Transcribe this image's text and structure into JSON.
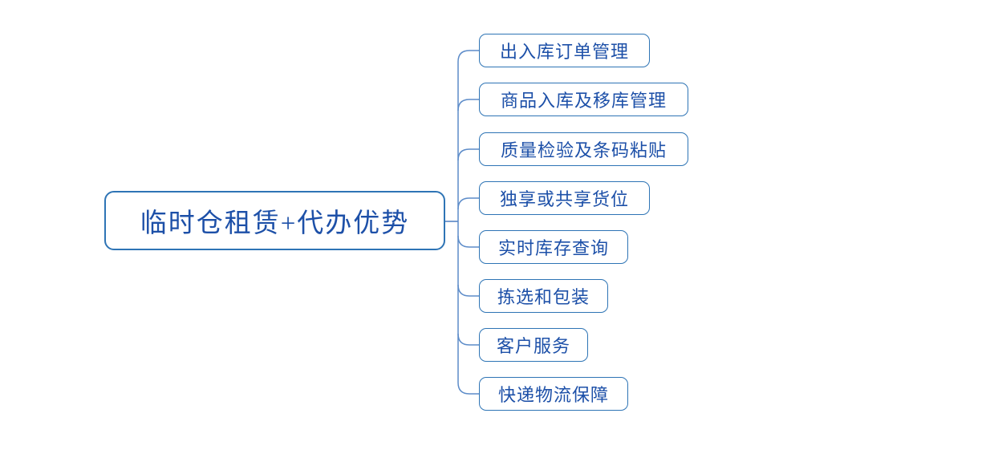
{
  "diagram": {
    "type": "mindmap",
    "root": {
      "label": "临时仓租赁+代办优势"
    },
    "branches": [
      {
        "label": "出入库订单管理"
      },
      {
        "label": "商品入库及移库管理"
      },
      {
        "label": "质量检验及条码粘贴"
      },
      {
        "label": "独享或共享货位"
      },
      {
        "label": "实时库存查询"
      },
      {
        "label": "拣选和包装"
      },
      {
        "label": "客户服务"
      },
      {
        "label": "快递物流保障"
      }
    ],
    "colors": {
      "node_border": "#2e74b5",
      "node_text": "#1d50a8",
      "connector": "#5d8cc9",
      "background": "#ffffff"
    }
  }
}
